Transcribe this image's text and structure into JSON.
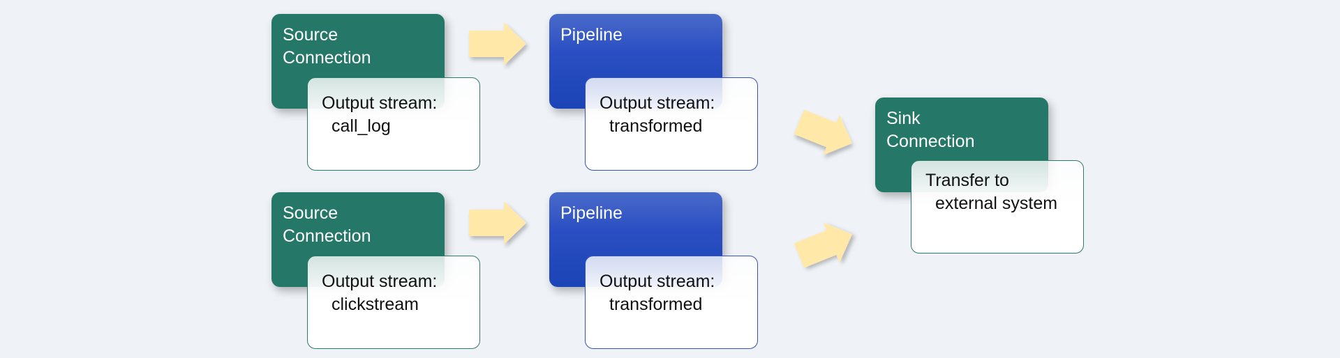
{
  "colors": {
    "background": "#eff2f7",
    "source_fill": "#257868",
    "pipeline_fill": "#2a4fc3",
    "arrow_fill": "#ffe8a8",
    "card_fill": "#ffffff"
  },
  "rows": [
    {
      "source": {
        "title_line1": "Source",
        "title_line2": "Connection",
        "output_line1": "Output stream:",
        "output_line2": "call_log"
      },
      "pipeline": {
        "title": "Pipeline",
        "output_line1": "Output stream:",
        "output_line2": "transformed"
      }
    },
    {
      "source": {
        "title_line1": "Source",
        "title_line2": "Connection",
        "output_line1": "Output stream:",
        "output_line2": "clickstream"
      },
      "pipeline": {
        "title": "Pipeline",
        "output_line1": "Output stream:",
        "output_line2": "transformed"
      }
    }
  ],
  "sink": {
    "title_line1": "Sink",
    "title_line2": "Connection",
    "detail_line1": "Transfer to",
    "detail_line2": "external system"
  },
  "arrows": [
    {
      "name": "arrow-icon",
      "direction": "right"
    },
    {
      "name": "arrow-icon",
      "direction": "right"
    },
    {
      "name": "arrow-icon",
      "direction": "down-right"
    },
    {
      "name": "arrow-icon",
      "direction": "up-right"
    }
  ]
}
